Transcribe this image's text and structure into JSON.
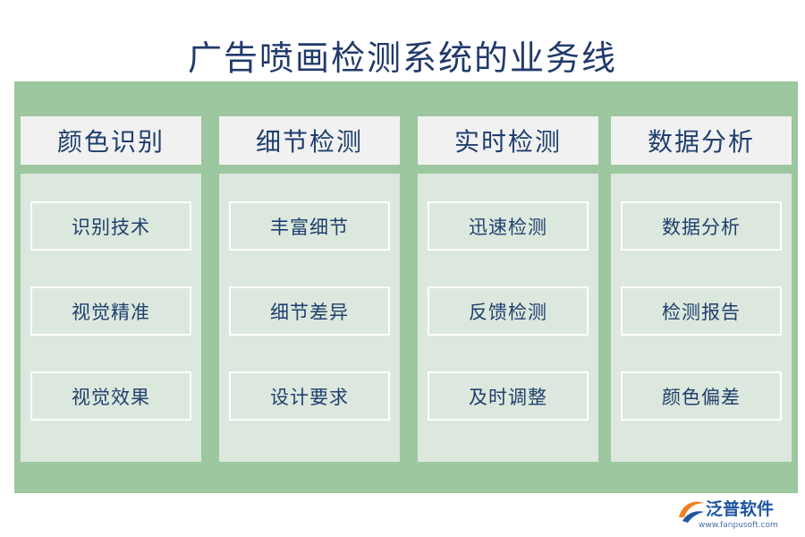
{
  "title": "广告喷画检测系统的业务线",
  "columns": [
    {
      "header": "颜色识别",
      "items": [
        "识别技术",
        "视觉精准",
        "视觉效果"
      ]
    },
    {
      "header": "细节检测",
      "items": [
        "丰富细节",
        "细节差异",
        "设计要求"
      ]
    },
    {
      "header": "实时检测",
      "items": [
        "迅速检测",
        "反馈检测",
        "及时调整"
      ]
    },
    {
      "header": "数据分析",
      "items": [
        "数据分析",
        "检测报告",
        "颜色偏差"
      ]
    }
  ],
  "logo": {
    "text": "泛普软件",
    "url": "www.fanpusoft.com",
    "icon": "fanpu-logo-icon"
  },
  "colors": {
    "board": "#9cc79f",
    "header_bg": "#f1f1f1",
    "column_bg": "#dce8dd",
    "text": "#1f3f6e",
    "logo_orange": "#f0801e",
    "logo_blue": "#1f56a0"
  }
}
